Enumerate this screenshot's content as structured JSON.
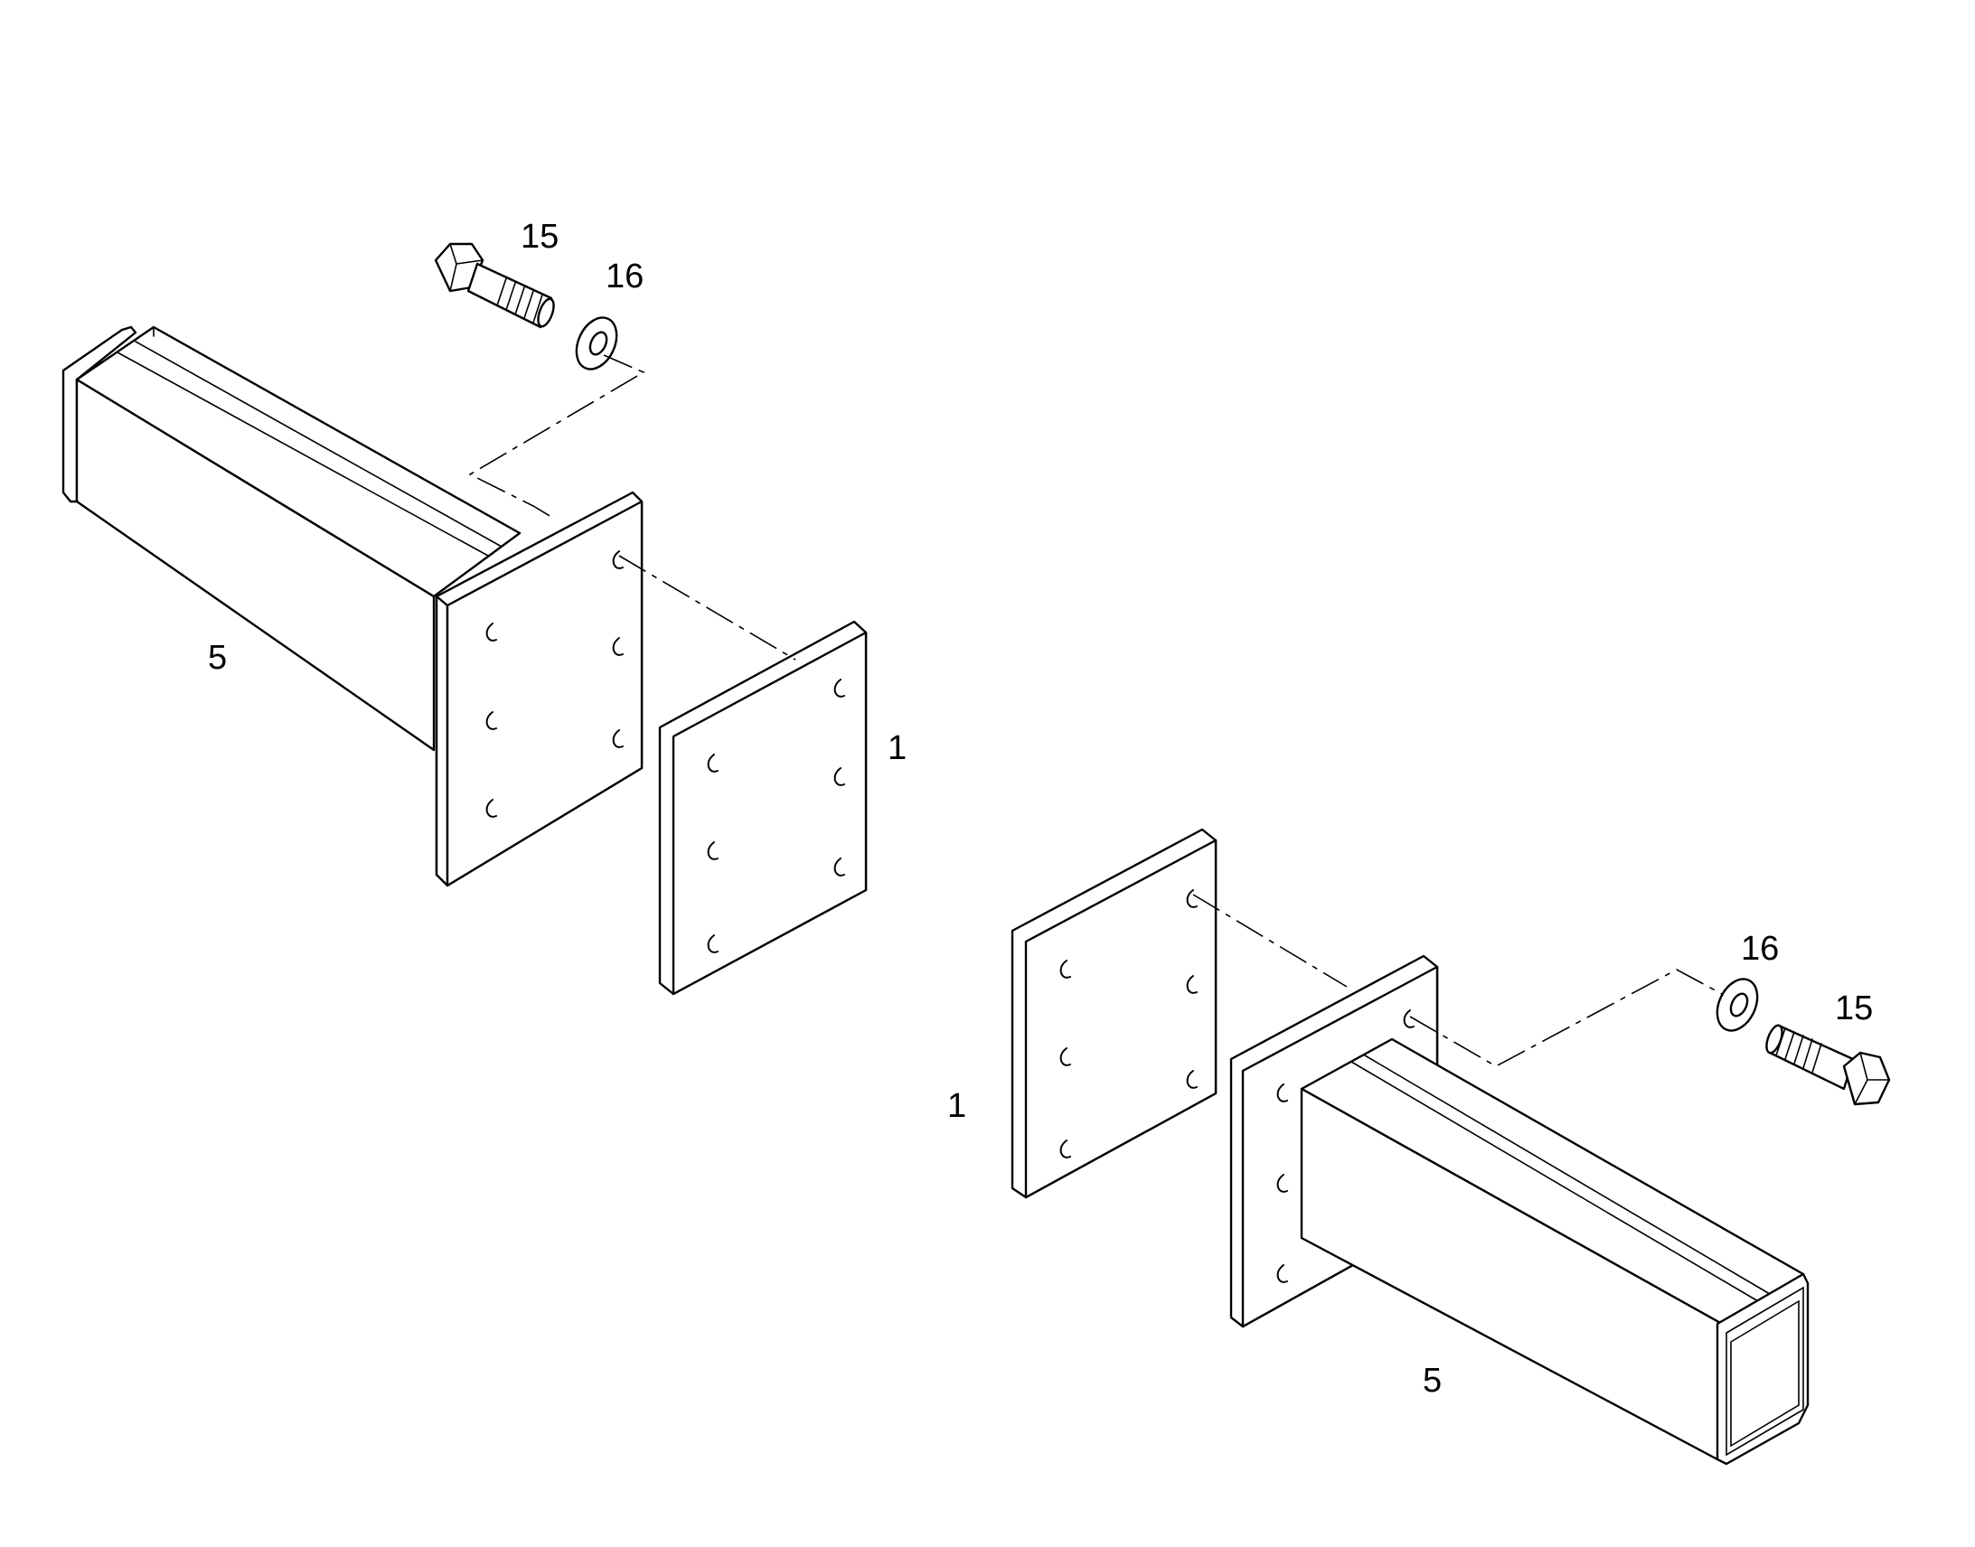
{
  "callouts": {
    "bolt_top_left": "15",
    "washer_top_left": "16",
    "beam_left": "5",
    "plate_left": "1",
    "plate_right": "1",
    "washer_bottom_right": "16",
    "bolt_bottom_right": "15",
    "beam_right": "5"
  },
  "colors": {
    "line": "#000000",
    "background": "#ffffff"
  }
}
